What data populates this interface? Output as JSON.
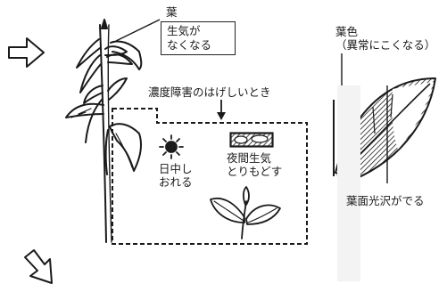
{
  "labels": {
    "leaf": "葉",
    "wilted_line1": "生気が",
    "wilted_line2": "なくなる",
    "severe_damage": "濃度障害のはげしいとき",
    "daytime_wilting_line1": "日中し",
    "daytime_wilting_line2": "おれる",
    "night_recovery_line1": "夜間生気",
    "night_recovery_line2": "とりもどす",
    "leaf_color_line1": "葉色",
    "leaf_color_line2": "（異常にこくなる）",
    "leaf_gloss": "葉面光沢がでる"
  },
  "colors": {
    "ink": "#1a1a1a",
    "background": "#ffffff",
    "ghost_text": "#d9d9d9"
  }
}
